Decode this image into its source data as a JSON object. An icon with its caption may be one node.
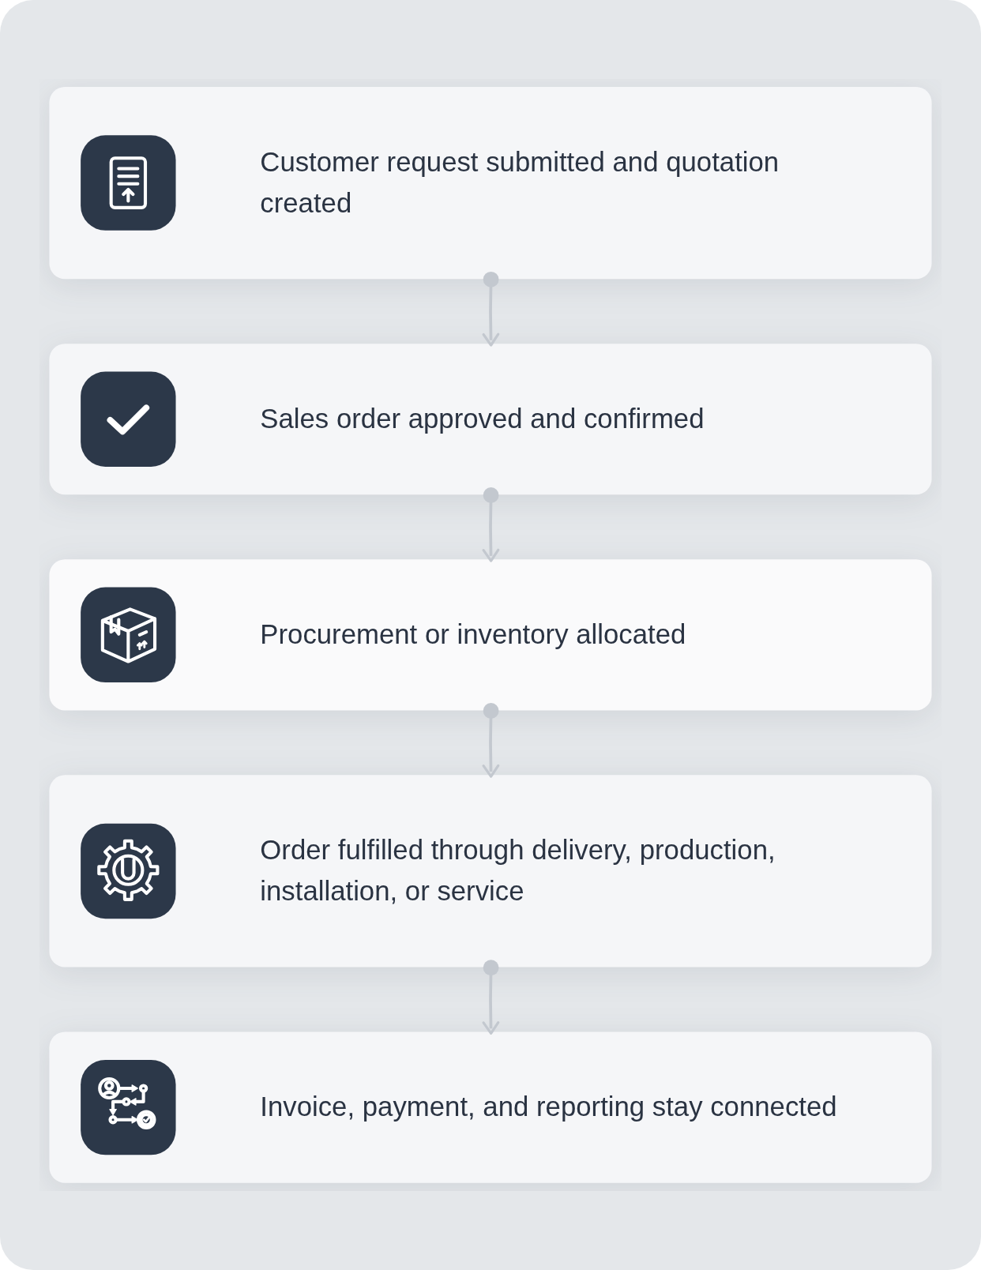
{
  "diagram": {
    "nodes": [
      {
        "text": [
          "Customer request submitted and quotation created"
        ]
      },
      {
        "text": [
          "Sales order approved and confirmed"
        ]
      },
      {
        "text": [
          "Procurement or inventory allocated"
        ]
      },
      {
        "text": [
          "Order fulfilled through delivery, production, installation, or service"
        ]
      },
      {
        "text": [
          "Invoice, payment, and reporting stay connected"
        ]
      }
    ],
    "edges": [
      {
        "from": 0,
        "to": 1,
        "arrow": "to"
      },
      {
        "from": 1,
        "to": 2,
        "arrow": "to"
      },
      {
        "from": 2,
        "to": 3,
        "arrow": "to"
      },
      {
        "from": 3,
        "to": 4,
        "arrow": "to"
      }
    ]
  }
}
